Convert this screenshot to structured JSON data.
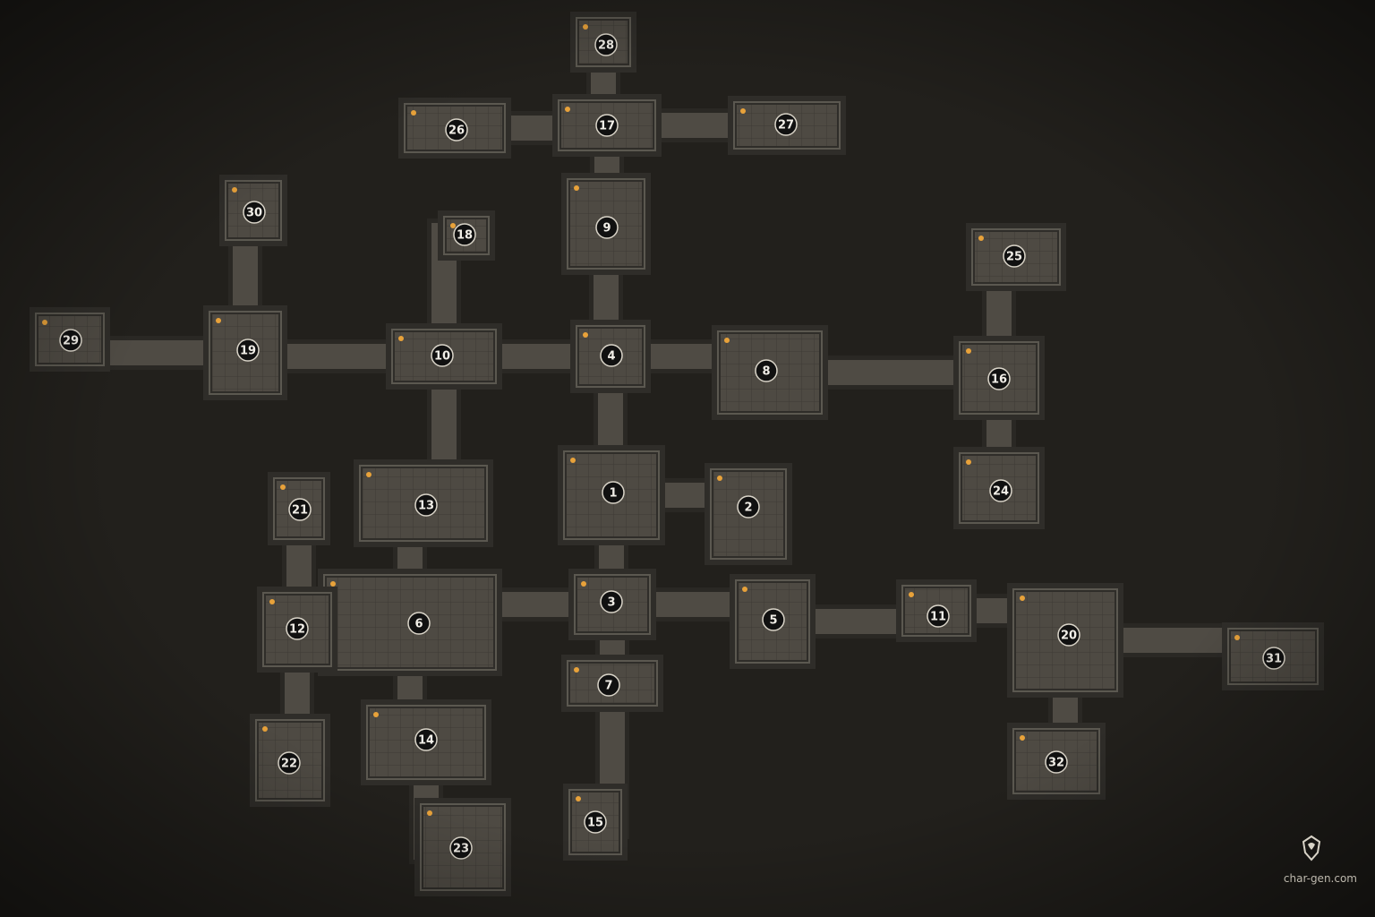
{
  "map": {
    "rooms": [
      {
        "id": "1",
        "label": "1"
      },
      {
        "id": "2",
        "label": "2"
      },
      {
        "id": "3",
        "label": "3"
      },
      {
        "id": "4",
        "label": "4"
      },
      {
        "id": "5",
        "label": "5"
      },
      {
        "id": "6",
        "label": "6"
      },
      {
        "id": "7",
        "label": "7"
      },
      {
        "id": "8",
        "label": "8"
      },
      {
        "id": "9",
        "label": "9"
      },
      {
        "id": "10",
        "label": "10"
      },
      {
        "id": "11",
        "label": "11"
      },
      {
        "id": "12",
        "label": "12"
      },
      {
        "id": "13",
        "label": "13"
      },
      {
        "id": "14",
        "label": "14"
      },
      {
        "id": "15",
        "label": "15"
      },
      {
        "id": "16",
        "label": "16"
      },
      {
        "id": "17",
        "label": "17"
      },
      {
        "id": "18",
        "label": "18"
      },
      {
        "id": "19",
        "label": "19"
      },
      {
        "id": "20",
        "label": "20"
      },
      {
        "id": "21",
        "label": "21"
      },
      {
        "id": "22",
        "label": "22"
      },
      {
        "id": "23",
        "label": "23"
      },
      {
        "id": "24",
        "label": "24"
      },
      {
        "id": "25",
        "label": "25"
      },
      {
        "id": "26",
        "label": "26"
      },
      {
        "id": "27",
        "label": "27"
      },
      {
        "id": "28",
        "label": "28"
      },
      {
        "id": "29",
        "label": "29"
      },
      {
        "id": "30",
        "label": "30"
      },
      {
        "id": "31",
        "label": "31"
      },
      {
        "id": "32",
        "label": "32"
      }
    ],
    "connections": [
      [
        "28",
        "17"
      ],
      [
        "26",
        "17"
      ],
      [
        "17",
        "27"
      ],
      [
        "17",
        "9"
      ],
      [
        "9",
        "4"
      ],
      [
        "4",
        "1"
      ],
      [
        "1",
        "3"
      ],
      [
        "1",
        "2"
      ],
      [
        "4",
        "8"
      ],
      [
        "8",
        "16"
      ],
      [
        "16",
        "25"
      ],
      [
        "16",
        "24"
      ],
      [
        "4",
        "10"
      ],
      [
        "10",
        "18"
      ],
      [
        "10",
        "19"
      ],
      [
        "19",
        "30"
      ],
      [
        "19",
        "29"
      ],
      [
        "10",
        "13"
      ],
      [
        "3",
        "6"
      ],
      [
        "6",
        "13"
      ],
      [
        "6",
        "12"
      ],
      [
        "21",
        "12"
      ],
      [
        "12",
        "22"
      ],
      [
        "6",
        "14"
      ],
      [
        "14",
        "23"
      ],
      [
        "3",
        "7"
      ],
      [
        "7",
        "15"
      ],
      [
        "3",
        "5"
      ],
      [
        "5",
        "11"
      ],
      [
        "11",
        "20"
      ],
      [
        "20",
        "31"
      ],
      [
        "20",
        "32"
      ]
    ]
  },
  "colors": {
    "background": "#1f1d1a",
    "floor": "#4a463f",
    "wall": "#2a2824",
    "torch": "#e8a23a"
  },
  "watermark": {
    "text": "char-gen.com",
    "icon": "dragon-logo-icon"
  }
}
